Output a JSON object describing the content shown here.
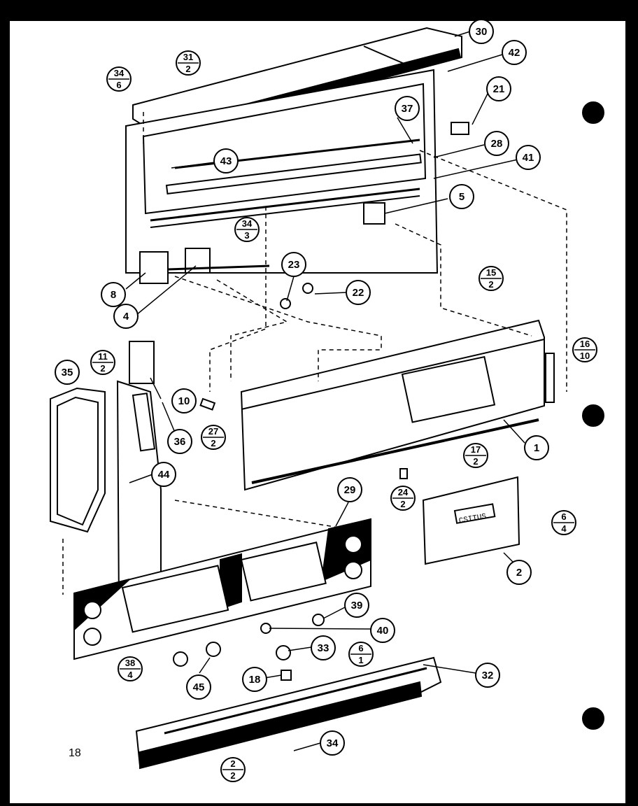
{
  "page_number": "18",
  "callouts": [
    {
      "id": "c30",
      "label": "30"
    },
    {
      "id": "c42",
      "label": "42"
    },
    {
      "id": "c21",
      "label": "21"
    },
    {
      "id": "c37",
      "label": "37"
    },
    {
      "id": "c28",
      "label": "28"
    },
    {
      "id": "c41",
      "label": "41"
    },
    {
      "id": "c43",
      "label": "43"
    },
    {
      "id": "c5",
      "label": "5"
    },
    {
      "id": "c8",
      "label": "8"
    },
    {
      "id": "c4",
      "label": "4"
    },
    {
      "id": "c23",
      "label": "23"
    },
    {
      "id": "c22",
      "label": "22"
    },
    {
      "id": "c35",
      "label": "35"
    },
    {
      "id": "c10",
      "label": "10"
    },
    {
      "id": "c36",
      "label": "36"
    },
    {
      "id": "c44",
      "label": "44"
    },
    {
      "id": "c1",
      "label": "1"
    },
    {
      "id": "c29",
      "label": "29"
    },
    {
      "id": "c2",
      "label": "2"
    },
    {
      "id": "c39",
      "label": "39"
    },
    {
      "id": "c40",
      "label": "40"
    },
    {
      "id": "c33",
      "label": "33"
    },
    {
      "id": "c45",
      "label": "45"
    },
    {
      "id": "c18",
      "label": "18"
    },
    {
      "id": "c32",
      "label": "32"
    },
    {
      "id": "c34",
      "label": "34"
    }
  ],
  "fraction_callouts": [
    {
      "id": "f31_2",
      "num": "31",
      "den": "2"
    },
    {
      "id": "f34_6",
      "num": "34",
      "den": "6"
    },
    {
      "id": "f34_3",
      "num": "34",
      "den": "3"
    },
    {
      "id": "f15_2",
      "num": "15",
      "den": "2"
    },
    {
      "id": "f16_10",
      "num": "16",
      "den": "10"
    },
    {
      "id": "f11_2",
      "num": "11",
      "den": "2"
    },
    {
      "id": "f27_2",
      "num": "27",
      "den": "2"
    },
    {
      "id": "f17_2",
      "num": "17",
      "den": "2"
    },
    {
      "id": "f24_2",
      "num": "24",
      "den": "2"
    },
    {
      "id": "f6_4",
      "num": "6",
      "den": "4"
    },
    {
      "id": "f38_4",
      "num": "38",
      "den": "4"
    },
    {
      "id": "f6_1",
      "num": "6",
      "den": "1"
    },
    {
      "id": "f2_2",
      "num": "2",
      "den": "2"
    }
  ],
  "display_label": "CSITUS",
  "colors": {
    "ink": "#000000",
    "paper": "#ffffff"
  }
}
